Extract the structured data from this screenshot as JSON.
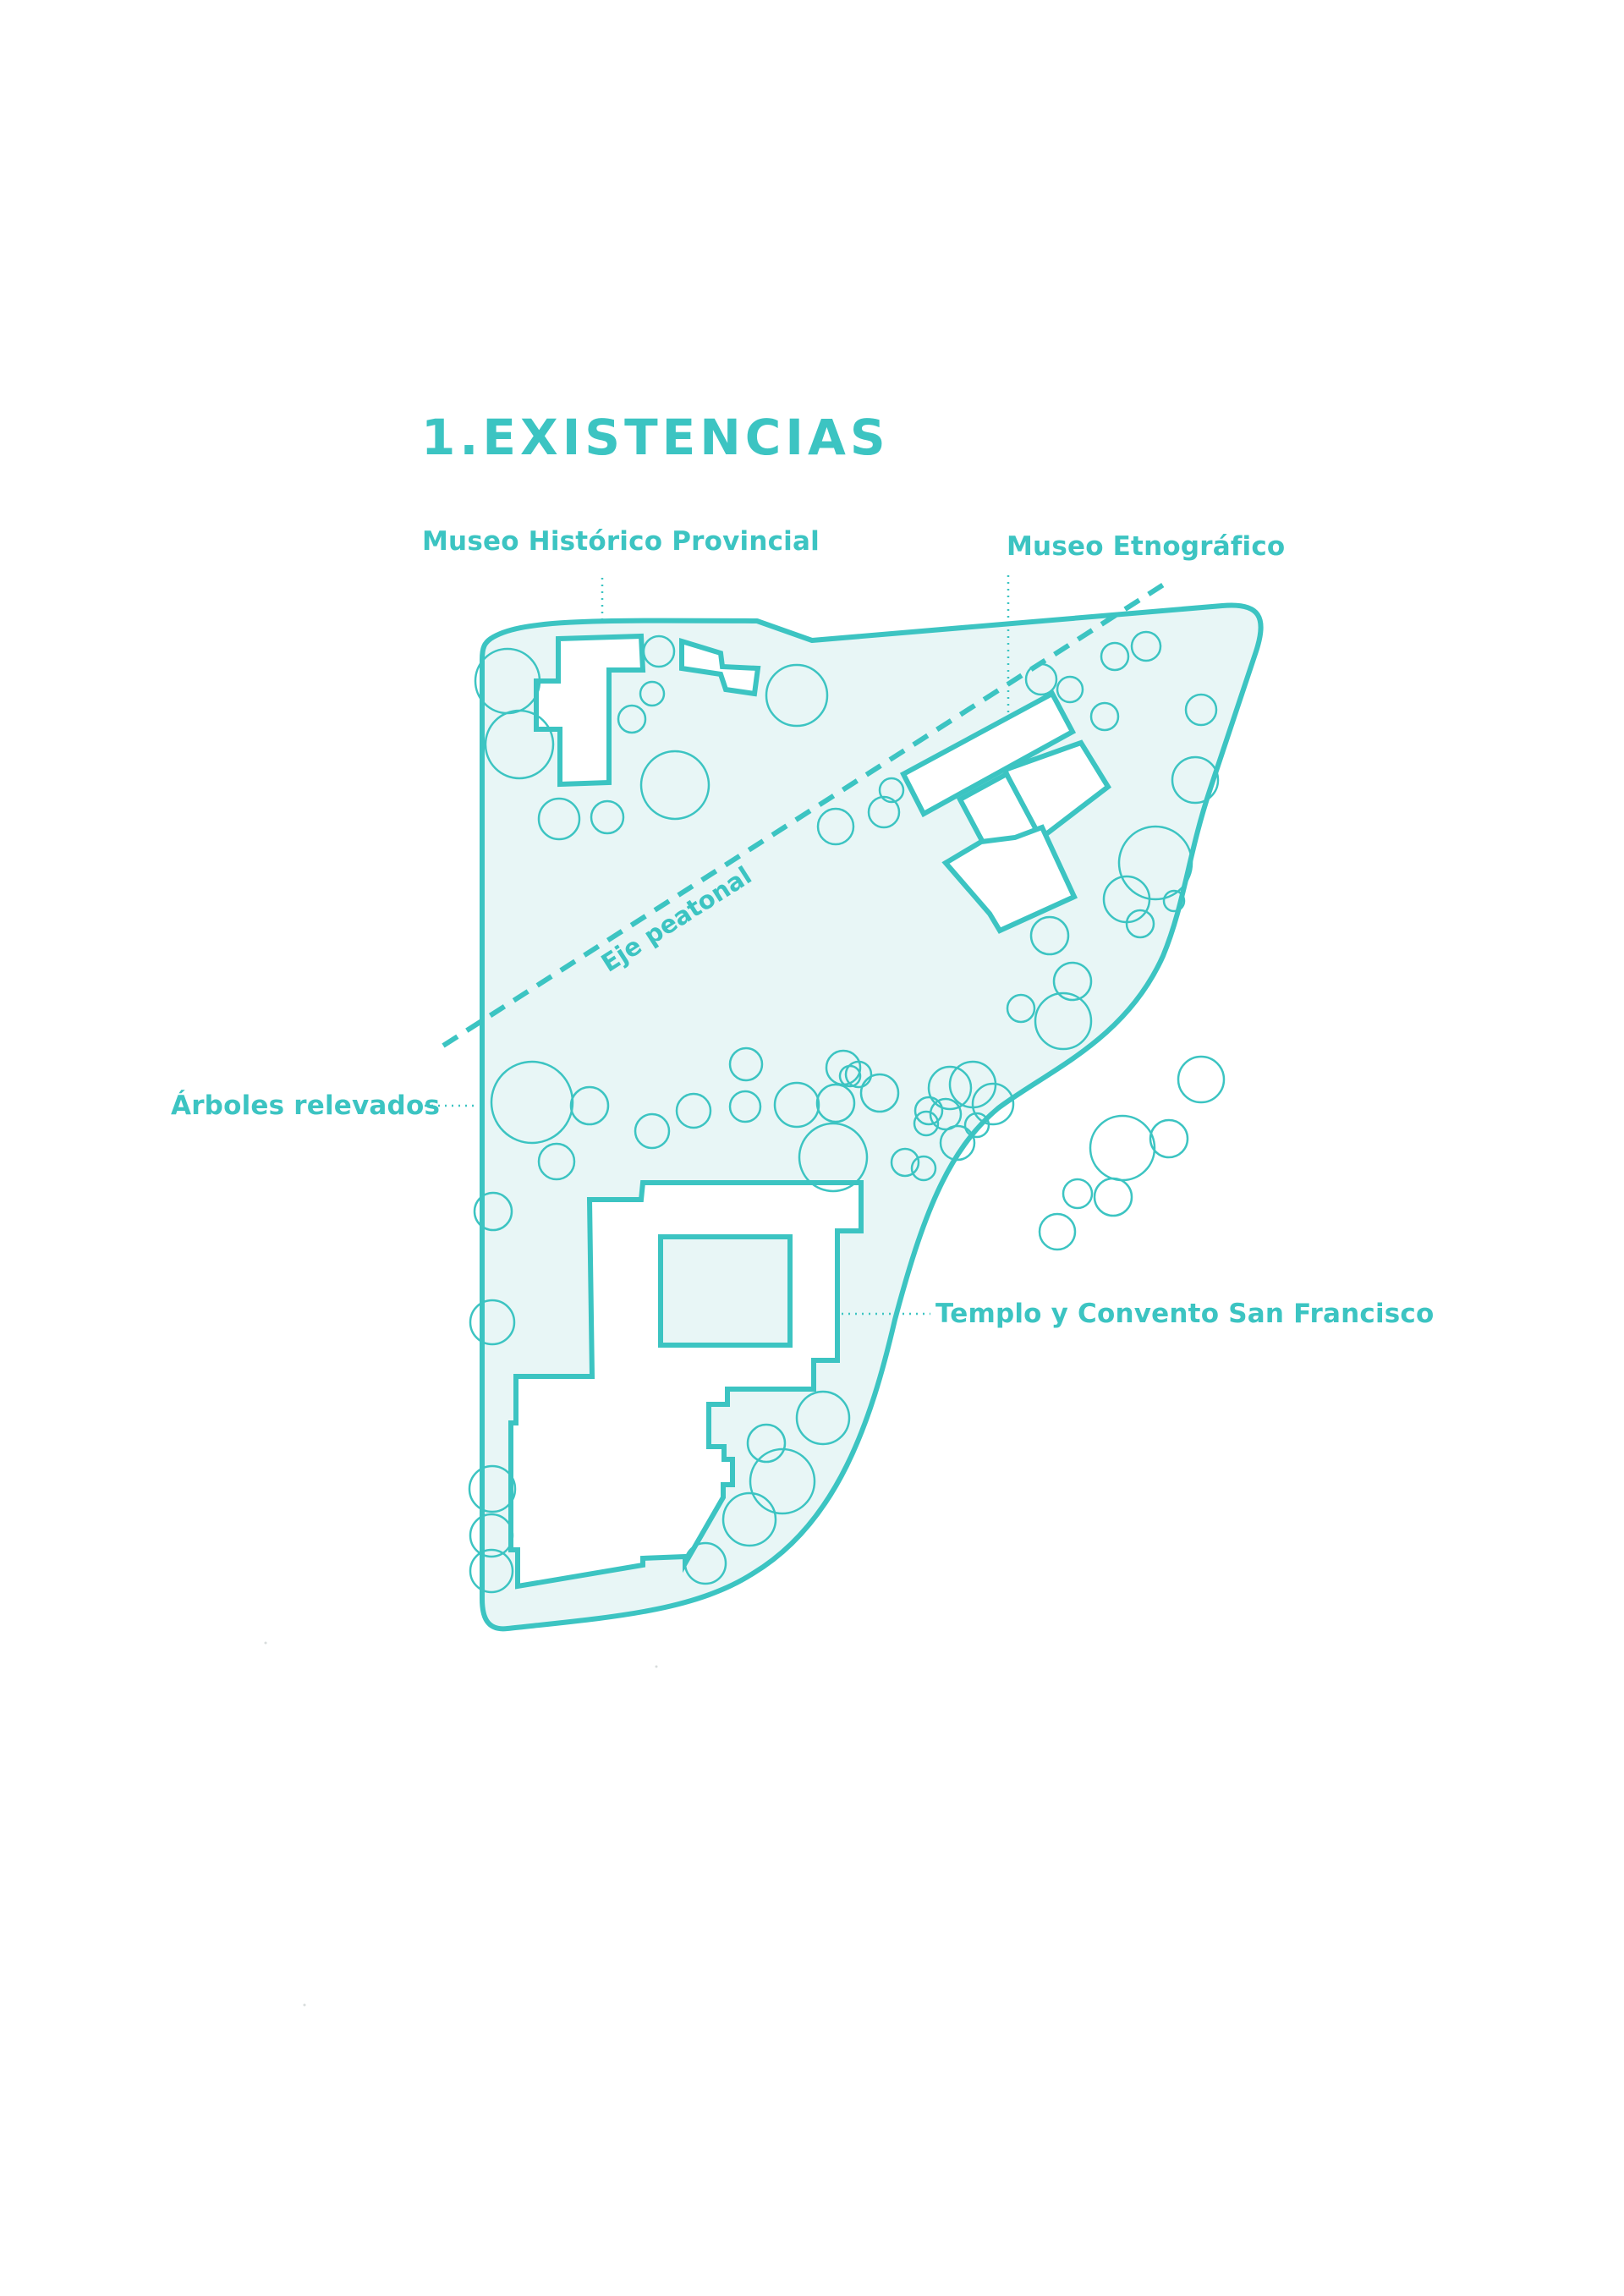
{
  "title": "1.EXISTENCIAS",
  "labels": {
    "museo_historico": "Museo Histórico Provincial",
    "museo_etnografico": "Museo Etnográfico",
    "eje_peatonal": "Eje peatonal",
    "arboles": "Árboles relevados",
    "templo": "Templo y Convento San Francisco"
  },
  "colors": {
    "accent": "#3cc4c2",
    "fill": "#e8f6f6",
    "background": "#ffffff"
  }
}
